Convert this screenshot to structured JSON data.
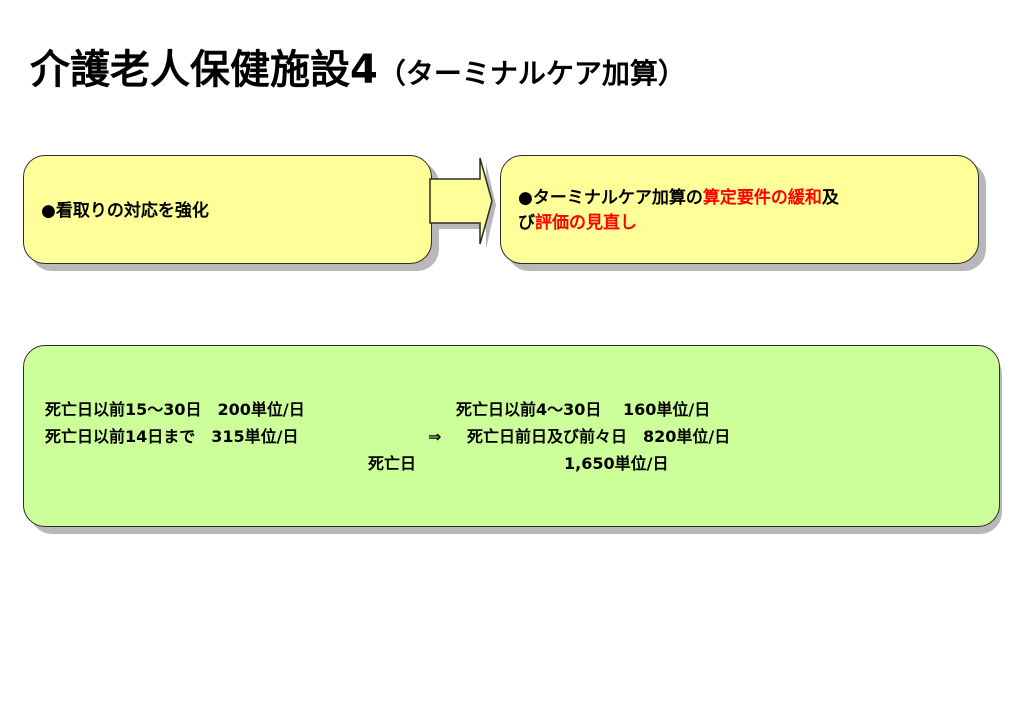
{
  "title": {
    "main": "介護老人保健施設4",
    "sub": "（ターミナルケア加算）"
  },
  "left_box": {
    "text": "●看取りの対応を強化"
  },
  "right_box": {
    "part1": "●ターミナルケア加算の",
    "part2": "算定要件の緩和",
    "part3": "及",
    "part4": "び",
    "part5": "評価の見直し"
  },
  "rates": {
    "line1_left": "死亡日以前15～30日　200単位/日",
    "line1_right": "死亡日以前4～30日　 160単位/日",
    "line2_left": "死亡日以前14日まで　315単位/日",
    "line2_arrow": "⇒",
    "line2_right": "死亡日前日及び前々日　820単位/日",
    "line3_left": "死亡日",
    "line3_right": "1,650単位/日"
  },
  "colors": {
    "yellow_box": "#ffff99",
    "green_box": "#ccff99",
    "highlight_red": "#ff0000"
  }
}
